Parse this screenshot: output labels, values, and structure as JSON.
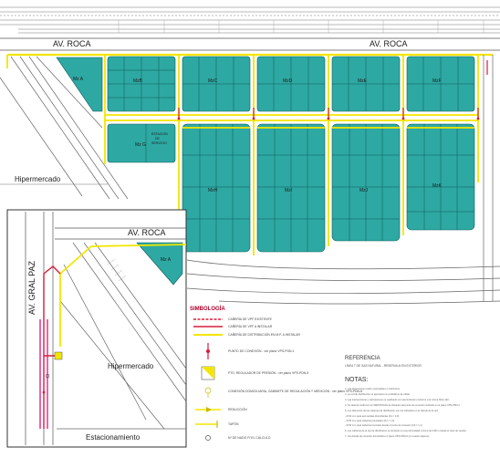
{
  "colors": {
    "block_fill": "#2ea8a3",
    "block_stroke": "#0f5e5a",
    "yellow": "#f2e600",
    "red": "#d81b3c",
    "magenta": "#e0228c",
    "line": "#555555",
    "rail": "#777777"
  },
  "roads": {
    "av_roca_left": "AV. ROCA",
    "av_roca_right": "AV. ROCA",
    "inset_av_roca": "AV. ROCA",
    "av_gral_paz": "AV. GRAL PAZ"
  },
  "areas": {
    "hipermercado_main": "Hipermercado",
    "inset_hipermercado": "Hipermercado",
    "estacionamiento": "Estacionamiento"
  },
  "blocks": {
    "mz_a": "Mz A",
    "mz_b": "MzB",
    "mz_c": "MzC",
    "mz_d": "MzD",
    "mz_e": "MzE",
    "mz_f": "MzF",
    "mz_g": "Mz G",
    "mz_g_note_1": "ESTACION",
    "mz_g_note_2": "DE",
    "mz_g_note_3": "SERVICIO",
    "mz_h": "MzH",
    "mz_i": "MzI",
    "mz_j": "MzJ",
    "mz_k": "MzK",
    "inset_mz_a": "Mz A"
  },
  "legend": {
    "title": "SIMBOLOGÍA",
    "items": [
      "CAÑERÍA DE VPF EXISTENTE",
      "CAÑERÍA DE VPF A INSTALAR",
      "CAÑERÍA DE DISTRIBUCIÓN EN M.P. A INSTALAR",
      "PUNTO DE CONEXIÓN - ver plano VPS-PDN-1",
      "PTO. REGULADOR DE PRESIÓN - ver plano VPS-PDN-5",
      "CONEXIÓN DOMICILIARIA, GABINETE DE REGULACIÓN Y MEDICIÓN - ver plano VPS-PDN-6",
      "REDUCCIÓN",
      "TAPÓN",
      "Nº DE NUDO P/ EL CÁLCULO"
    ]
  },
  "reference": {
    "title": "REFERENCIA",
    "text": "LÍNEA 7 DE GAS NATURAL - RESERVA A/ EN EXTERIOR"
  },
  "notes": {
    "title": "NOTAS:",
    "items": [
      "1- Las dimensiones están expresadas en milímetros.",
      "2- La red de distribución se ejecutará con polietileno de 10bar.",
      "3- Las intersecciones y derivaciones se realizarán con electrofusión conforme a la norma NAG-140.",
      "4- Se deberá confirmar con METROGAS la ubicación del punto de conexión indicado en el plano VPS-PDN-1.",
      "5- Los diámetros de las cañerías de distribución son los indicados en el cálculo de la red.",
      "   - Ø 32 mm para acometidas domiciliarias (K1 = 0,9)",
      "   - Ø 50 mm para cañerías principales (K2 = 1,0)",
      "   - Ø 90 mm para cañerías troncales desde el punto de conexión (K3 = 1,1)",
      "6- Las cañerías de la red de distribución se tenderán a una profundidad mínima de 0,80 m desde el nivel de vereda.",
      "7- Ver detalle de conexión domiciliaria en plano VPS-PDN-6 (en cuadro adjunto)."
    ]
  }
}
